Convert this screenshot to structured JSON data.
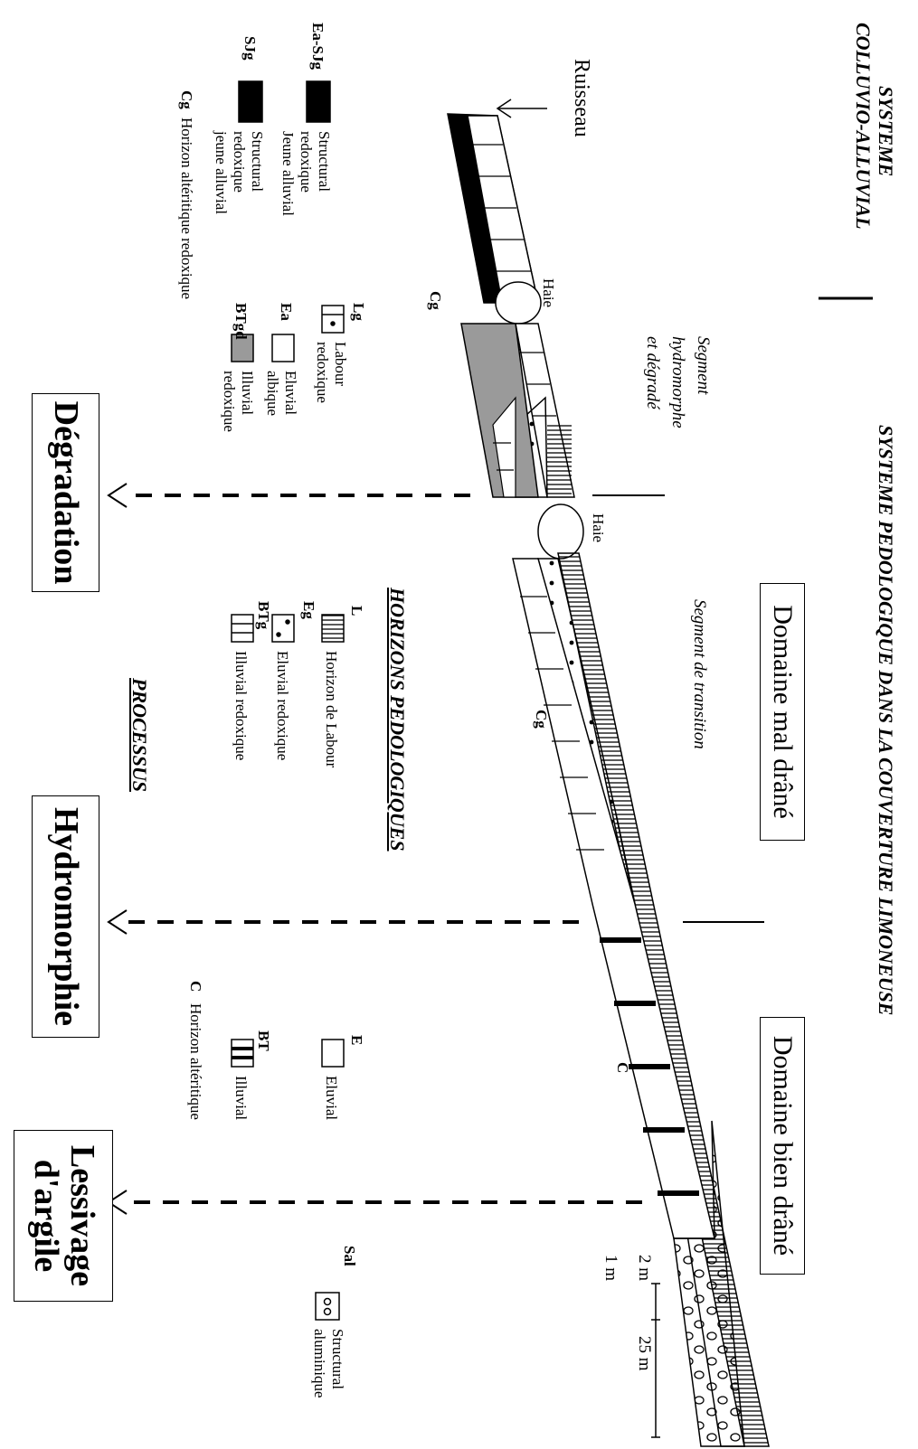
{
  "titles": {
    "colluvio_line1": "SYSTEME",
    "colluvio_line2": "COLLUVIO-ALLUVIAL",
    "pedologique": "SYSTEME PEDOLOGIQUE DANS LA COUVERTURE LIMONEUSE"
  },
  "domains": {
    "mal_draine": "Domaine mal drâné",
    "bien_draine": "Domaine bien drâné"
  },
  "segments": {
    "hydromorphe_l1": "Segment",
    "hydromorphe_l2": "hydromorphe",
    "hydromorphe_l3": "et dégradé",
    "transition": "Segment de transition"
  },
  "profile_labels": {
    "ruisseau": "Ruisseau",
    "haie1": "Haie",
    "haie2": "Haie",
    "cg1": "Cg",
    "cg2": "Cg",
    "c": "C"
  },
  "scale": {
    "vertical": "2 m",
    "vertical2": "1 m",
    "horizontal": "25 m"
  },
  "legend_alluvial": [
    {
      "code": "Ea-SJg",
      "l1": "Structural",
      "l2": "redoxique",
      "l3": "Jeune alluvial",
      "pattern": "black"
    },
    {
      "code": "SJg",
      "l1": "Structural",
      "l2": "redoxique",
      "l3": "jeune alluvial",
      "pattern": "black"
    },
    {
      "code": "Cg",
      "text": "Horizon altéritique redoxique"
    }
  ],
  "legend_degraded": [
    {
      "code": "Lg",
      "l1": "Labour",
      "l2": "redoxique",
      "pattern": "lg"
    },
    {
      "code": "Ea",
      "l1": "Eluvial",
      "l2": "albique",
      "pattern": "blank"
    },
    {
      "code": "BTgd",
      "l1": "Illuvial",
      "l2": "redoxique",
      "pattern": "grey"
    }
  ],
  "horizons_title": "HORIZONS PEDOLOGIQUES",
  "legend_horizons": [
    {
      "code": "L",
      "text": "Horizon de Labour",
      "pattern": "l"
    },
    {
      "code": "Eg",
      "text": "Eluvial redoxique",
      "pattern": "eg"
    },
    {
      "code": "BTg",
      "text": "Illuvial redoxique",
      "pattern": "btg"
    }
  ],
  "legend_right": [
    {
      "code": "E",
      "text": "Eluvial",
      "pattern": "blank"
    },
    {
      "code": "BT",
      "text": "Illuvial",
      "pattern": "bt"
    },
    {
      "code": "C",
      "text": "Horizon altéritique"
    },
    {
      "code": "Sal",
      "l1": "Structural",
      "l2": "aluminique",
      "pattern": "sal"
    }
  ],
  "processus_title": "PROCESSUS",
  "processes": {
    "degradation": "Dégradation",
    "hydromorphie": "Hydromorphie",
    "lessivage_l1": "Lessivage",
    "lessivage_l2": "d'argile"
  }
}
